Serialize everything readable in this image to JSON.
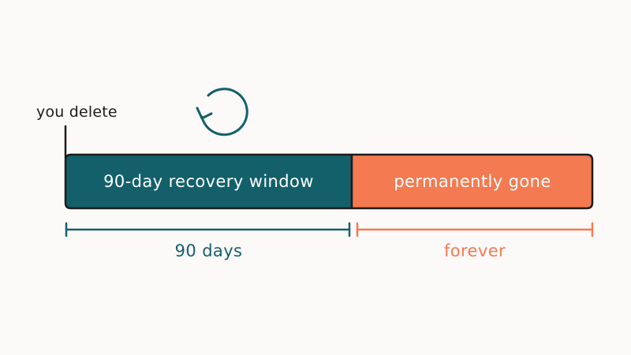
{
  "colors": {
    "background": "#fcf9f9",
    "recovery": "#13606a",
    "gone": "#f47a51",
    "outline": "#1c1c1c",
    "text_light": "#ffffff",
    "text_dark": "#1c1c1c"
  },
  "marker": {
    "label": "you delete"
  },
  "restore_icon": "restore-circular-arrow-icon",
  "segments": [
    {
      "id": "recovery",
      "label": "90-day recovery window",
      "duration_label": "90 days"
    },
    {
      "id": "gone",
      "label": "permanently gone",
      "duration_label": "forever"
    }
  ]
}
